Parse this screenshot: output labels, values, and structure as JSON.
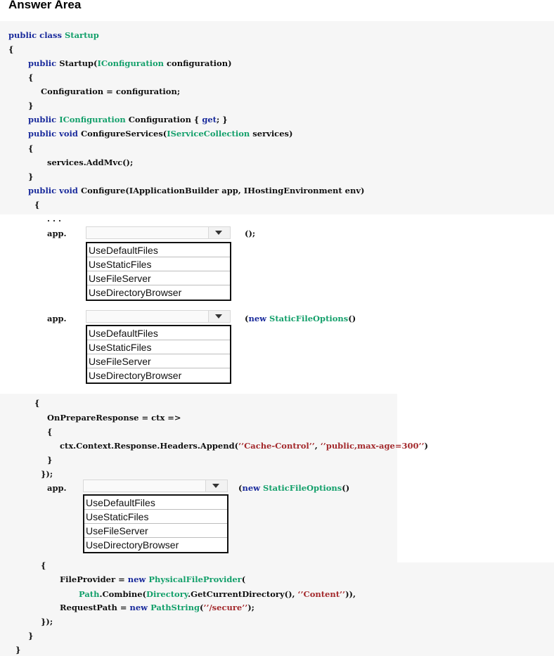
{
  "title": "Answer Area",
  "code": {
    "l1_kw": "public class ",
    "l1_ty": "Startup",
    "l2": "{",
    "l3_kw": "public ",
    "l3_a": "Startup(",
    "l3_ty": "IConfiguration",
    "l3_b": " configuration)",
    "l4": "{",
    "l5": "Configuration = configuration;",
    "l6": "}",
    "l7_kw": "public ",
    "l7_ty": "IConfiguration",
    "l7_a": " Configuration { ",
    "l7_kw2": "get",
    "l7_b": "; }",
    "l8_kw": "public void ",
    "l8_a": "ConfigureServices(",
    "l8_ty": "IServiceCollection",
    "l8_b": " services)",
    "l9": "{",
    "l10": "services.AddMvc();",
    "l11": "}",
    "l12_kw": "public void ",
    "l12_a": "Configure(IApplicationBuilder app, IHostingEnvironment env)",
    "l13": "{",
    "l14": ". . .",
    "app": "app.",
    "call1_suffix": "();",
    "paren_open": "(",
    "new_kw": "new ",
    "static_opts": "StaticFileOptions",
    "paren_close": "()",
    "b2_open": "{",
    "b2_l1": "OnPrepareResponse = ctx =>",
    "b2_l2": "{",
    "b2_l3_a": "ctx.Context.Response.Headers.Append(",
    "b2_l3_s1": "’’Cache-Control’’",
    "b2_l3_sep": ", ",
    "b2_l3_s2": "‘’public,max-age=300’’",
    "b2_l3_b": ")",
    "b2_l4": "}",
    "b2_l5": "});",
    "b3_open": "{",
    "b3_l1_a": "FileProvider = ",
    "b3_l1_kw": "new ",
    "b3_l1_ty": "PhysicalFileProvider",
    "b3_l1_b": "(",
    "b3_l2_ty": "Path",
    "b3_l2_a": ".Combine(",
    "b3_l2_ty2": "Directory",
    "b3_l2_b": ".GetCurrentDirectory(), ",
    "b3_l2_s": "‘’Content’’",
    "b3_l2_c": ")),",
    "b3_l3_a": "RequestPath = ",
    "b3_l3_kw": "new ",
    "b3_l3_ty": "PathString",
    "b3_l3_b": "(",
    "b3_l3_s": "’’/secure’’",
    "b3_l3_c": ");",
    "b3_l4": "});",
    "close_inner": "}",
    "close_outer": "}"
  },
  "dropdowns": [
    {
      "selected": "",
      "options": [
        "UseDefaultFiles",
        "UseStaticFiles",
        "UseFileServer",
        "UseDirectoryBrowser"
      ]
    },
    {
      "selected": "",
      "options": [
        "UseDefaultFiles",
        "UseStaticFiles",
        "UseFileServer",
        "UseDirectoryBrowser"
      ]
    },
    {
      "selected": "",
      "options": [
        "UseDefaultFiles",
        "UseStaticFiles",
        "UseFileServer",
        "UseDirectoryBrowser"
      ]
    }
  ],
  "colors": {
    "keyword": "#1a2b9c",
    "type": "#14a06b",
    "string": "#a3292c"
  }
}
